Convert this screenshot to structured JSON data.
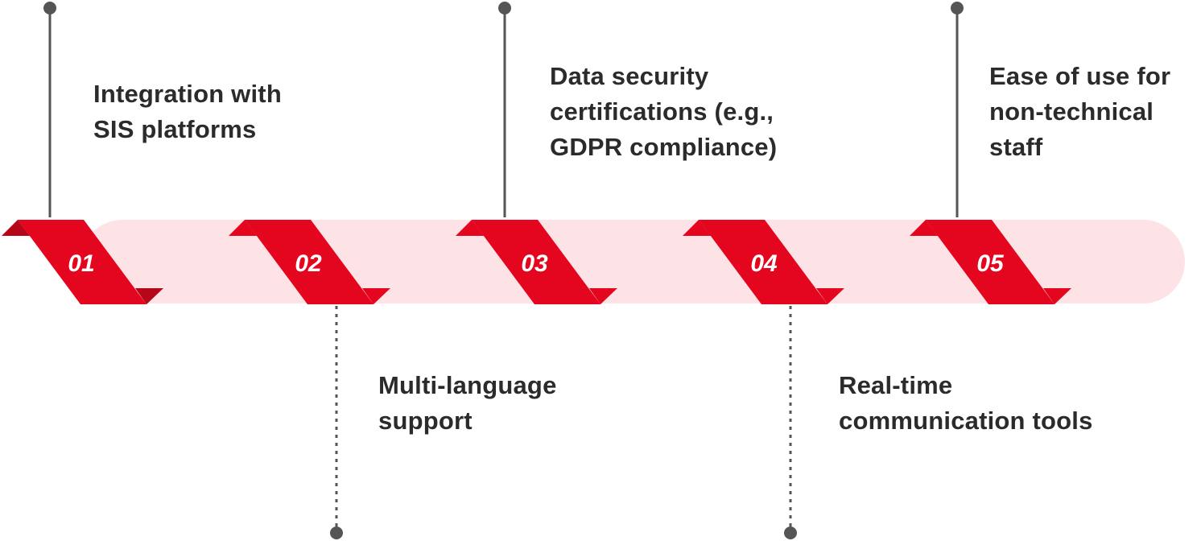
{
  "colors": {
    "ribbon": "#e4061f",
    "ribbon_dark": "#b5061a",
    "track": "#fde3e6",
    "line": "#555555",
    "text": "#2b2b2b"
  },
  "milestones": [
    {
      "number": "01",
      "text": "Integration with\nSIS platforms",
      "position": "top"
    },
    {
      "number": "02",
      "text": "Multi-language\nsupport",
      "position": "bottom"
    },
    {
      "number": "03",
      "text": "Data security\ncertifications (e.g.,\nGDPR compliance)",
      "position": "top"
    },
    {
      "number": "04",
      "text": "Real-time\ncommunication tools",
      "position": "bottom"
    },
    {
      "number": "05",
      "text": "Ease of use for\nnon-technical\nstaff",
      "position": "top"
    }
  ]
}
